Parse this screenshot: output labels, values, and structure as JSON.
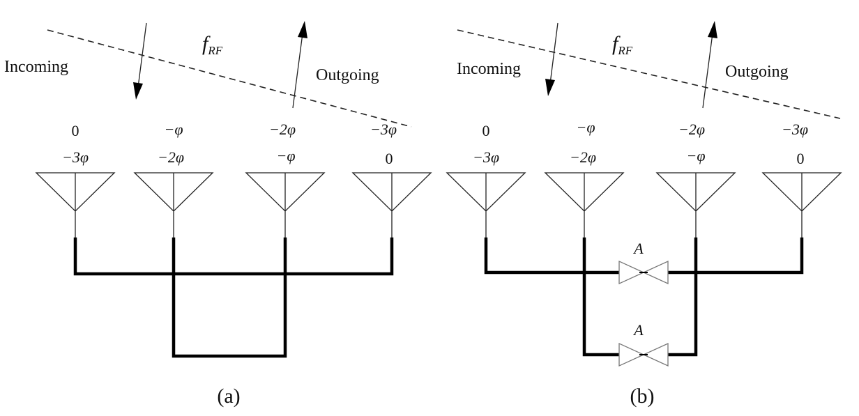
{
  "panels": [
    {
      "id": "a",
      "caption": "(a)",
      "frequency_label": {
        "base": "f",
        "subscript": "RF"
      },
      "incoming_label": "Incoming",
      "outgoing_label": "Outgoing",
      "antennas": [
        {
          "outgoing_phase": "0",
          "incoming_phase": "−3φ"
        },
        {
          "outgoing_phase": "−φ",
          "incoming_phase": "−2φ"
        },
        {
          "outgoing_phase": "−2φ",
          "incoming_phase": "−φ"
        },
        {
          "outgoing_phase": "−3φ",
          "incoming_phase": "0"
        }
      ],
      "amplifiers": []
    },
    {
      "id": "b",
      "caption": "(b)",
      "frequency_label": {
        "base": "f",
        "subscript": "RF"
      },
      "incoming_label": "Incoming",
      "outgoing_label": "Outgoing",
      "antennas": [
        {
          "outgoing_phase": "0",
          "incoming_phase": "−3φ"
        },
        {
          "outgoing_phase": "−φ",
          "incoming_phase": "−2φ"
        },
        {
          "outgoing_phase": "−2φ",
          "incoming_phase": "−φ"
        },
        {
          "outgoing_phase": "−3φ",
          "incoming_phase": "0"
        }
      ],
      "amplifiers": [
        {
          "label": "A"
        },
        {
          "label": "A"
        }
      ]
    }
  ]
}
